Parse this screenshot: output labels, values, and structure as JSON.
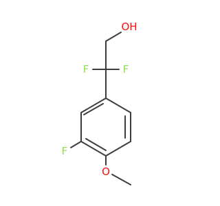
{
  "diagram": {
    "type": "skeletal-structure",
    "colors": {
      "bond": "#3d3d3d",
      "oxygen": "#ff0d0d",
      "fluorine": "#90e050"
    },
    "labels": {
      "hydroxyl": "OH",
      "fluorine_left": "F",
      "fluorine_right": "F",
      "fluorine_ring": "F",
      "methoxy_oxygen": "O"
    }
  }
}
